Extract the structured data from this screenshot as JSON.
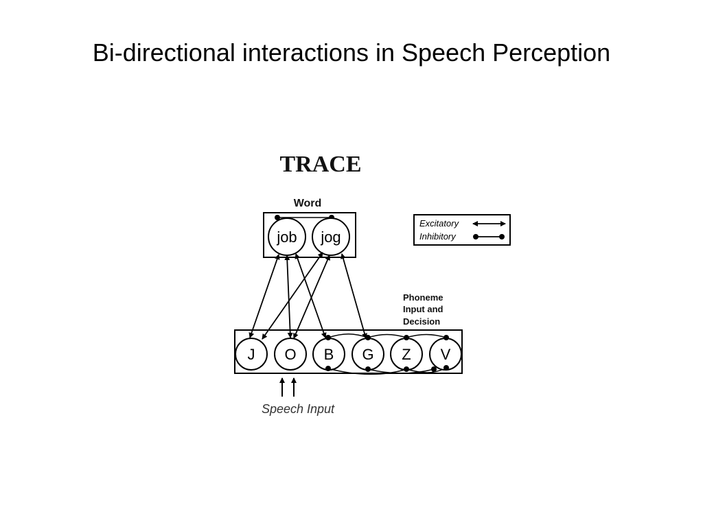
{
  "slide": {
    "title": "Bi-directional interactions in Speech Perception"
  },
  "diagram": {
    "heading": "TRACE",
    "word_layer_label": "Word",
    "word_nodes": [
      "job",
      "jog"
    ],
    "phoneme_layer_label": [
      "Phoneme",
      "Input and",
      "Decision"
    ],
    "phoneme_nodes": [
      "J",
      "O",
      "B",
      "G",
      "Z",
      "V"
    ],
    "input_label": "Speech Input",
    "legend": {
      "excitatory": "Excitatory",
      "inhibitory": "Inhibitory"
    }
  }
}
